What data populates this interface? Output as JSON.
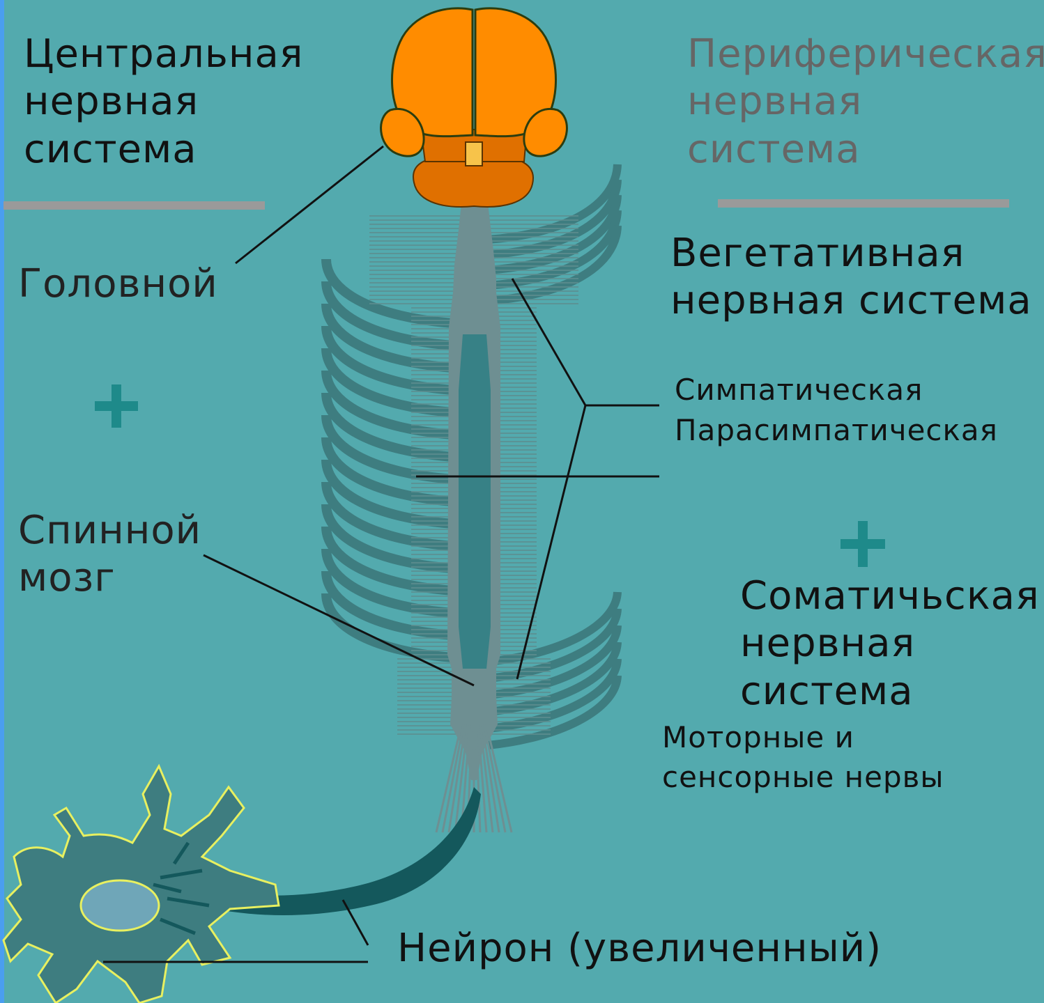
{
  "colors": {
    "background": "#53AAAE",
    "brain_orange": "#FF8C00",
    "brain_dark": "#E06A00",
    "cord": "#6E8F92",
    "nerves": "#3E7D80",
    "plus": "#1E8A8A",
    "neuron_fill": "#3E7D80",
    "neuron_outline": "#E8F060",
    "divider": "#9A9A9A"
  },
  "labels": {
    "cns": [
      "Центральная",
      "нервная",
      "система"
    ],
    "pns": [
      "Периферическая",
      "нервная",
      "система"
    ],
    "brain": "Головной",
    "plus": "+",
    "spinal": [
      "Спинной",
      "мозг"
    ],
    "vegetative": [
      "Вегетативная",
      "нервная система"
    ],
    "sympathetic": "Симпатическая",
    "parasympathetic": "Парасимпатическая",
    "somatic": [
      "Соматичьская",
      "нервная",
      "система"
    ],
    "motor": [
      "Моторные и",
      "сенсорные нервы"
    ],
    "neuron": "Нейрон (увеличенный)"
  }
}
